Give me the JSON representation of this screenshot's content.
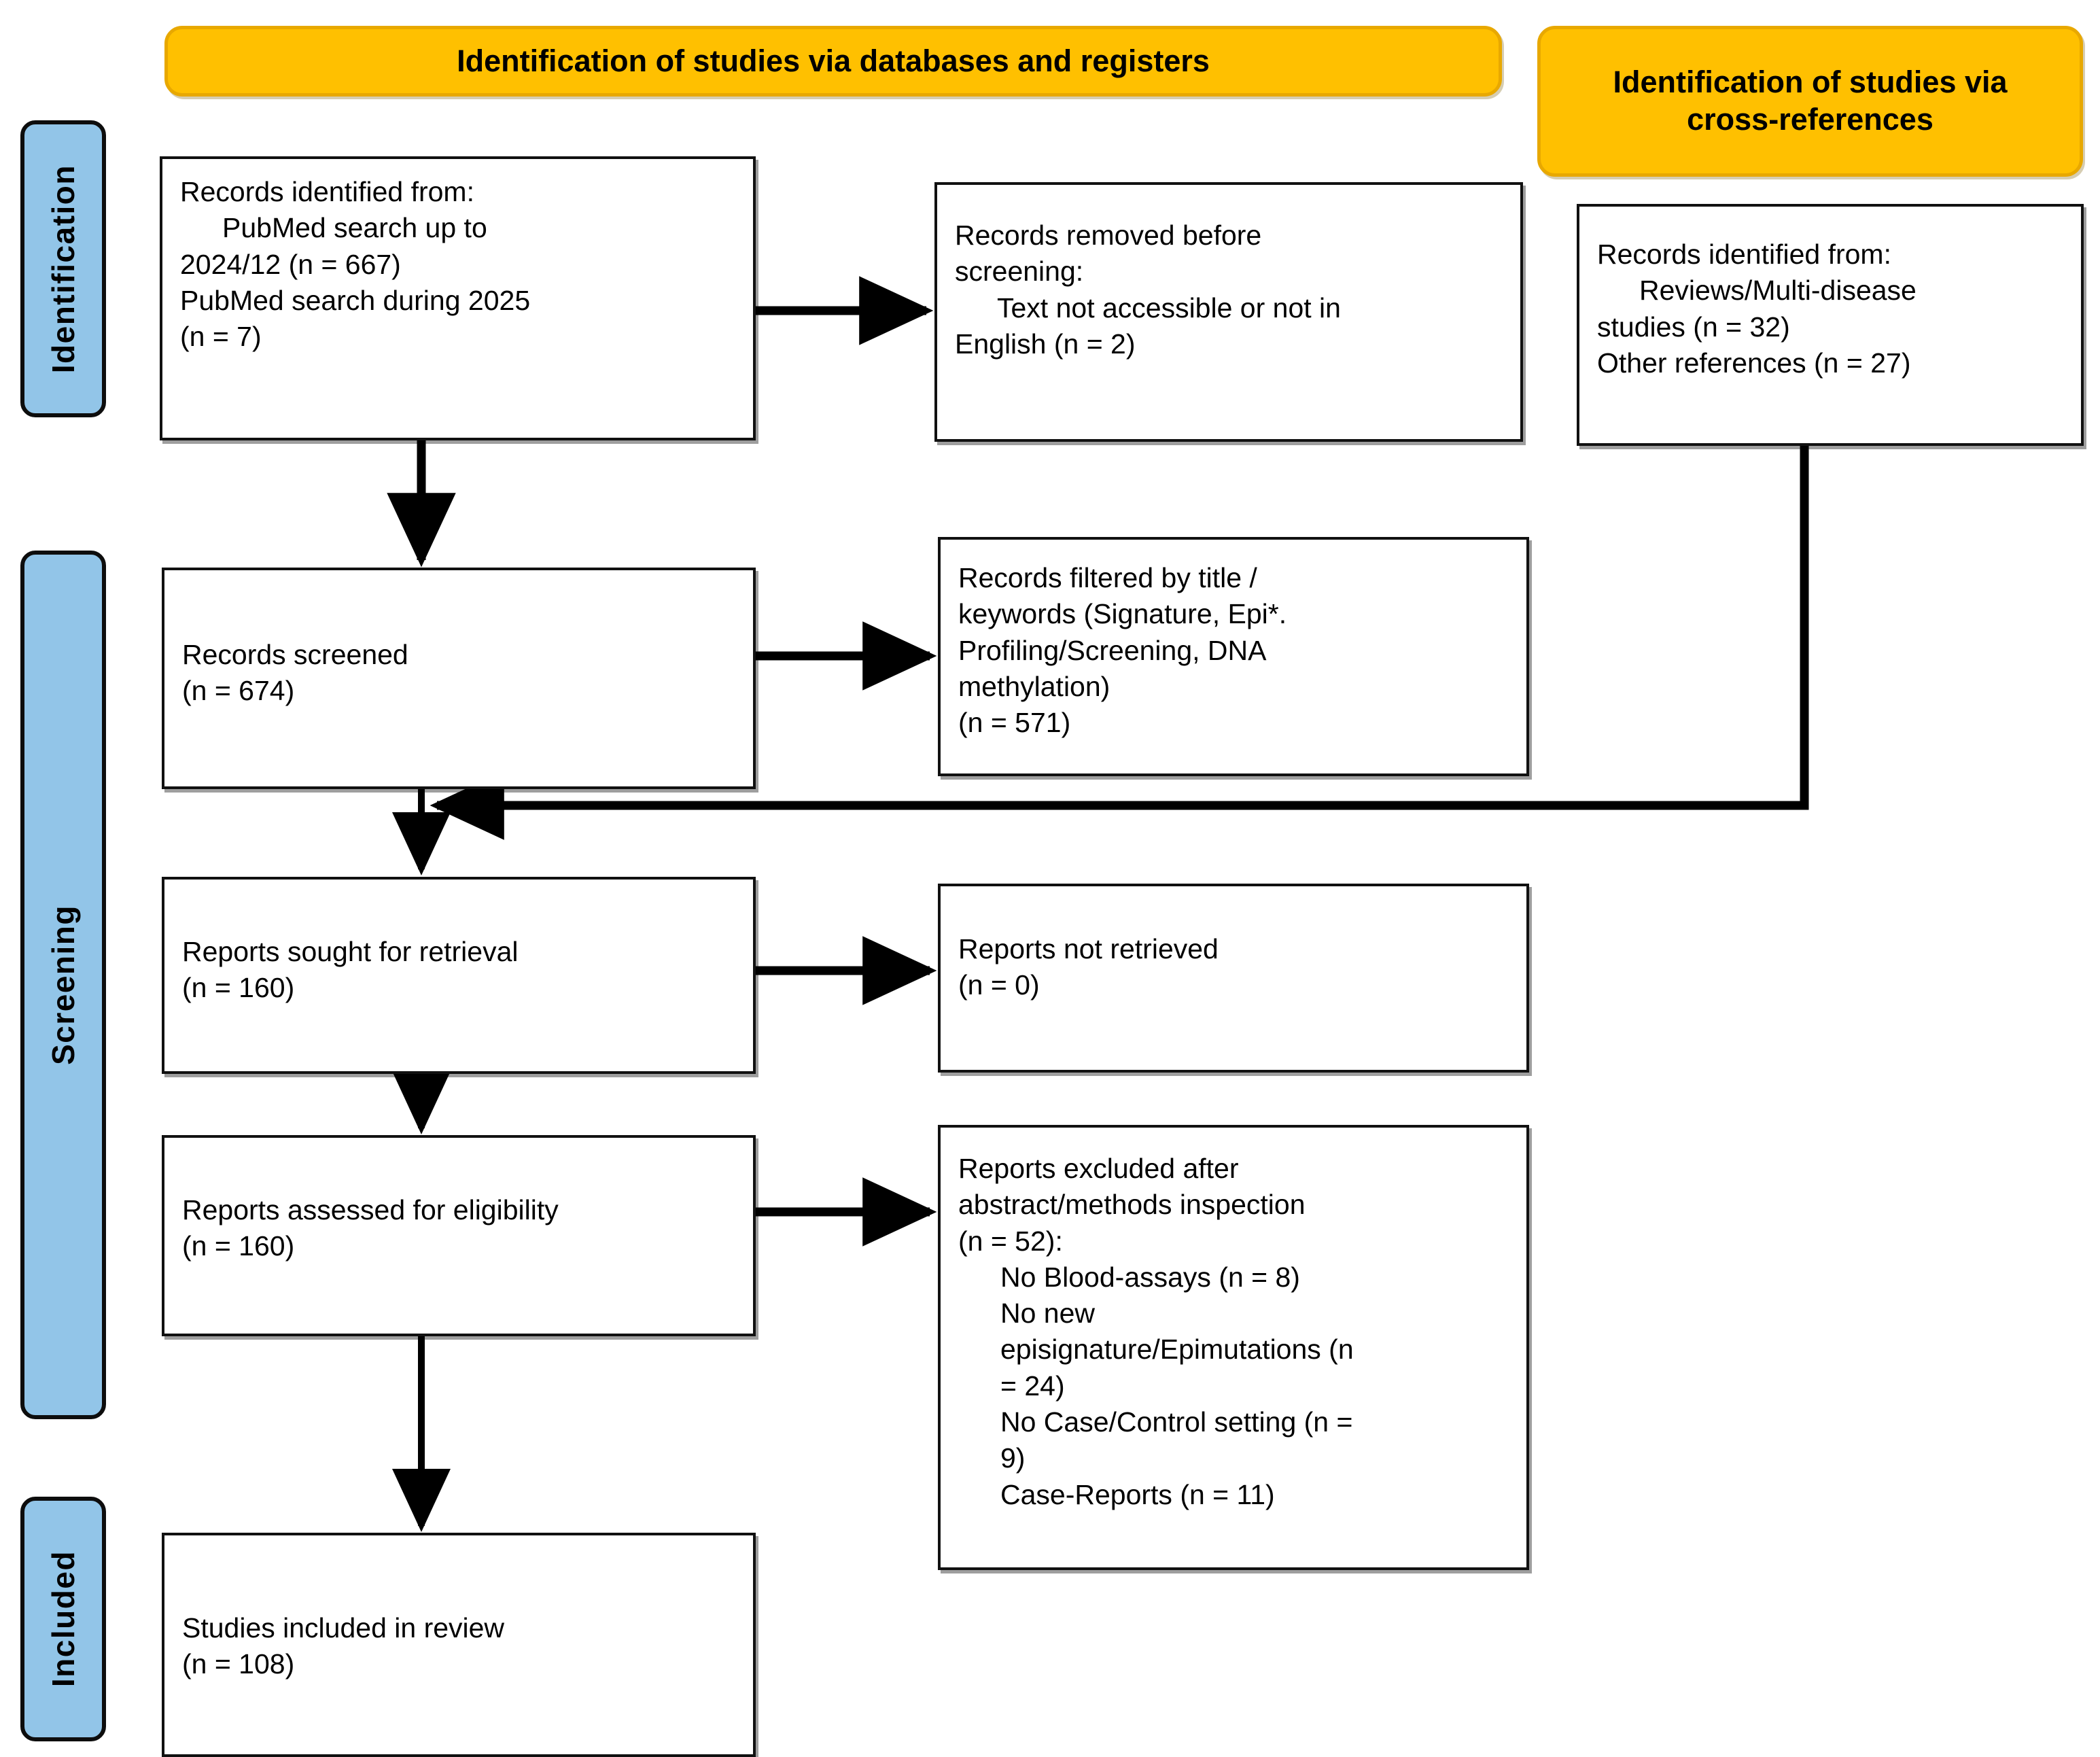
{
  "diagram": {
    "title": "PRISMA 2020 flow diagram",
    "colors": {
      "header_fill": "#FFC000",
      "header_border": "#E8A800",
      "rail_fill": "#92C5E8",
      "box_border": "#111111",
      "connector": "#000000"
    }
  },
  "headers": [
    {
      "id": "databases",
      "label": "Identification of studies via databases and registers"
    },
    {
      "id": "cross_refs",
      "label": "Identification of studies via\ncross-references"
    }
  ],
  "rails": [
    {
      "id": "identification",
      "label": "Identification"
    },
    {
      "id": "screening",
      "label": "Screening"
    },
    {
      "id": "included",
      "label": "Included"
    }
  ],
  "boxes": {
    "records_identified": {
      "name": "records-identified",
      "lines": [
        {
          "text": "Records identified from:",
          "indent": false
        },
        {
          "text": "PubMed search up to",
          "indent": true
        },
        {
          "text": "2024/12 (n = 667)",
          "indent": false
        },
        {
          "text": "PubMed search during 2025",
          "indent": false
        },
        {
          "text": "(n = 7)",
          "indent": false
        }
      ]
    },
    "records_removed": {
      "name": "records-removed-before-screening",
      "lines": [
        {
          "text": "Records removed before",
          "indent": false
        },
        {
          "text": "screening:",
          "indent": false
        },
        {
          "text": "Text not accessible or not in",
          "indent": true
        },
        {
          "text": "English (n = 2)",
          "indent": false
        }
      ]
    },
    "records_identified_crossrefs": {
      "name": "records-identified-cross-references",
      "lines": [
        {
          "text": "Records identified from:",
          "indent": false
        },
        {
          "text": "Reviews/Multi-disease",
          "indent": true
        },
        {
          "text": "studies (n = 32)",
          "indent": false
        },
        {
          "text": "Other references (n = 27)",
          "indent": false
        }
      ]
    },
    "records_screened": {
      "name": "records-screened",
      "lines": [
        {
          "text": "Records screened",
          "indent": false
        },
        {
          "text": "(n = 674)",
          "indent": false
        }
      ]
    },
    "records_filtered": {
      "name": "records-filtered-by-title-keywords",
      "lines": [
        {
          "text": "Records filtered by title /",
          "indent": false
        },
        {
          "text": "keywords (Signature, Epi*.",
          "indent": false
        },
        {
          "text": "Profiling/Screening, DNA",
          "indent": false
        },
        {
          "text": "methylation)",
          "indent": false
        },
        {
          "text": "(n = 571)",
          "indent": false
        }
      ]
    },
    "reports_sought": {
      "name": "reports-sought-for-retrieval",
      "lines": [
        {
          "text": "Reports sought for retrieval",
          "indent": false
        },
        {
          "text": "(n = 160)",
          "indent": false
        }
      ]
    },
    "reports_not_retrieved": {
      "name": "reports-not-retrieved",
      "lines": [
        {
          "text": "Reports not retrieved",
          "indent": false
        },
        {
          "text": "(n = 0)",
          "indent": false
        }
      ]
    },
    "reports_assessed": {
      "name": "reports-assessed-for-eligibility",
      "lines": [
        {
          "text": "Reports assessed for eligibility",
          "indent": false
        },
        {
          "text": "(n = 160)",
          "indent": false
        }
      ]
    },
    "reports_excluded": {
      "name": "reports-excluded",
      "lines": [
        {
          "text": "Reports excluded after",
          "indent": false
        },
        {
          "text": "abstract/methods inspection",
          "indent": false
        },
        {
          "text": "(n = 52):",
          "indent": false
        },
        {
          "text": "No Blood-assays (n = 8)",
          "indent": true
        },
        {
          "text": "No new",
          "indent": true
        },
        {
          "text": "episignature/Epimutations (n",
          "indent": true
        },
        {
          "text": "= 24)",
          "indent": true
        },
        {
          "text": "No Case/Control setting (n =",
          "indent": true
        },
        {
          "text": "9)",
          "indent": true
        },
        {
          "text": "Case-Reports (n = 11)",
          "indent": true
        }
      ]
    },
    "studies_included": {
      "name": "studies-included-in-review",
      "lines": [
        {
          "text": "Studies included in review",
          "indent": false
        },
        {
          "text": "(n = 108)",
          "indent": false
        }
      ]
    }
  },
  "counts": {
    "pubmed_up_to_2024_12": 667,
    "pubmed_during_2025": 7,
    "removed_before_screening": 2,
    "crossref_reviews_multidisease": 32,
    "crossref_other_references": 27,
    "records_screened": 674,
    "records_filtered": 571,
    "reports_sought": 160,
    "reports_not_retrieved": 0,
    "reports_assessed": 160,
    "reports_excluded_total": 52,
    "excluded_no_blood_assays": 8,
    "excluded_no_new_episignature": 24,
    "excluded_no_case_control": 9,
    "excluded_case_reports": 11,
    "studies_included": 108
  }
}
